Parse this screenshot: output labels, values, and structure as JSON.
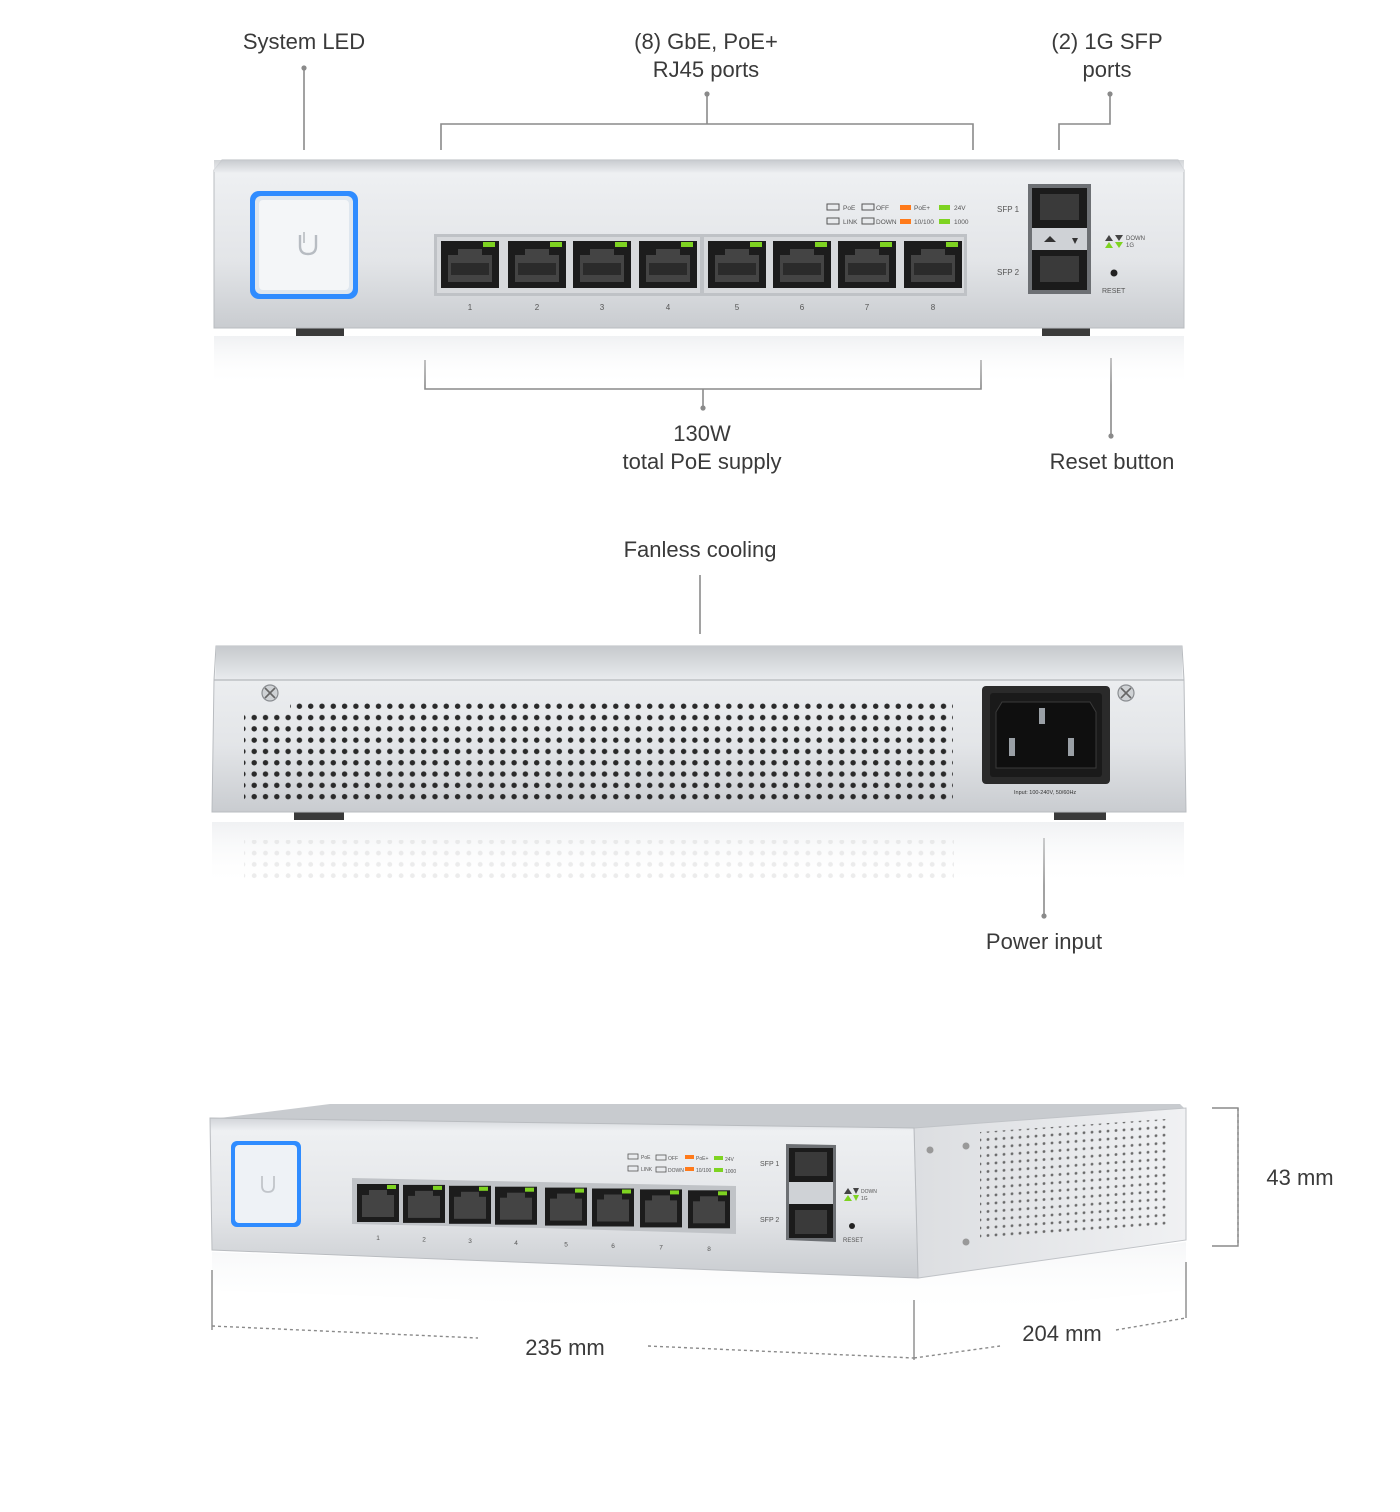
{
  "callouts": {
    "system_led": "System LED",
    "rj45_ports_line1": "(8) GbE, PoE+",
    "rj45_ports_line2": "RJ45 ports",
    "sfp_ports_line1": "(2) 1G SFP",
    "sfp_ports_line2": "ports",
    "poe_supply_line1": "130W",
    "poe_supply_line2": "total PoE supply",
    "reset_button": "Reset button",
    "fanless_cooling": "Fanless cooling",
    "power_input": "Power input"
  },
  "dimensions": {
    "height": "43 mm",
    "width": "235 mm",
    "depth": "204 mm"
  },
  "panel": {
    "port_numbers": [
      "1",
      "2",
      "3",
      "4",
      "5",
      "6",
      "7",
      "8"
    ],
    "legend": {
      "poe": "PoE",
      "off": "OFF",
      "poe_plus": "PoE+",
      "v24": "24V",
      "link": "LINK",
      "down": "DOWN",
      "speed_100": "10/100",
      "speed_1000": "1000"
    },
    "sfp1": "SFP 1",
    "sfp2": "SFP 2",
    "sfp_down": "DOWN",
    "sfp_1g": "1G",
    "reset": "RESET",
    "power_rating": "Input: 100-240V, 50/60Hz"
  },
  "colors": {
    "chassis": "#e4e6e9",
    "led_blue": "#2f8cff",
    "led_green": "#7ed321",
    "led_orange": "#ff7a1a",
    "port_black": "#1c1c1c",
    "leader_line": "#8a8a8a"
  }
}
